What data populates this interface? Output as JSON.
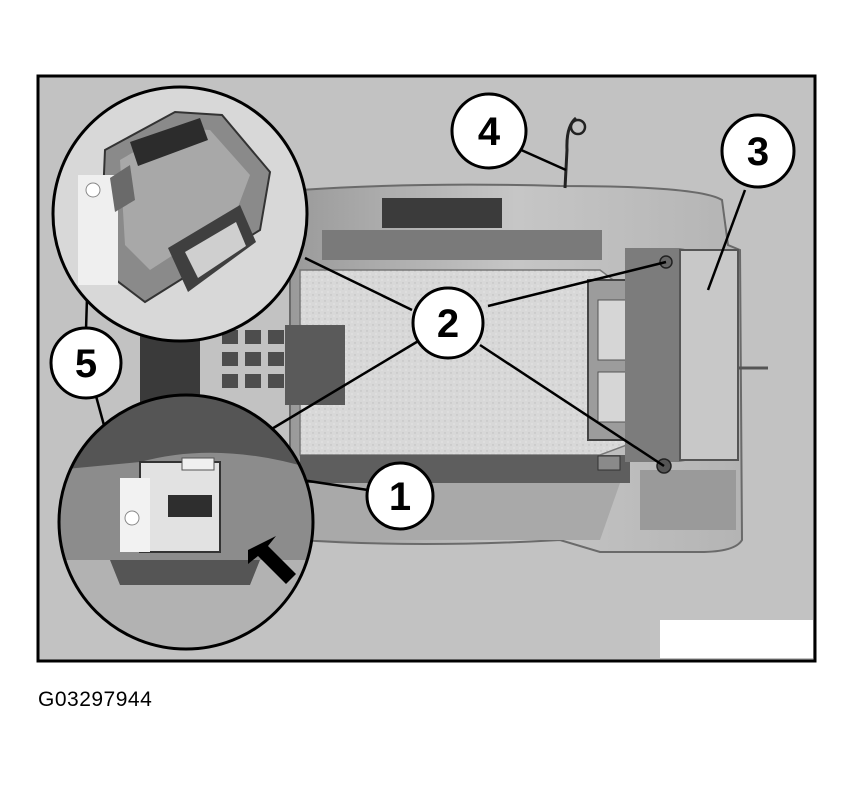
{
  "figure": {
    "code": "G03297944",
    "callouts": [
      {
        "id": "callout-1",
        "label": "1"
      },
      {
        "id": "callout-2",
        "label": "2"
      },
      {
        "id": "callout-3",
        "label": "3"
      },
      {
        "id": "callout-4",
        "label": "4"
      },
      {
        "id": "callout-5",
        "label": "5"
      }
    ]
  }
}
